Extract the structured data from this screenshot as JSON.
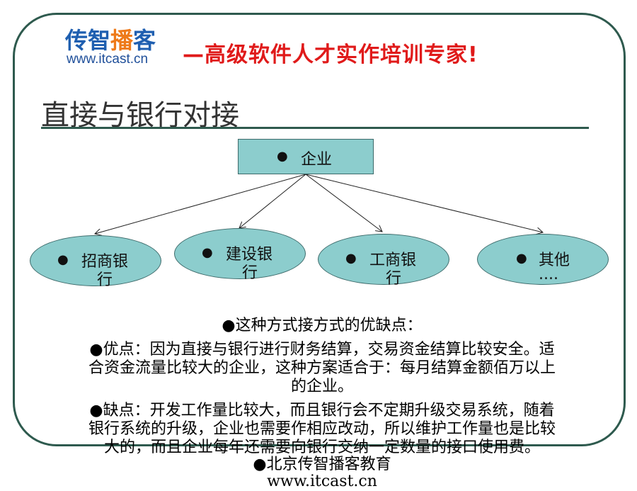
{
  "header": {
    "logo_part1": "传智",
    "logo_part2": "播",
    "logo_part3": "客",
    "logo_url": "www.itcast.cn",
    "slogan": "—高级软件人才实作培训专家!"
  },
  "slide": {
    "title": "直接与银行对接"
  },
  "diagram": {
    "root": {
      "bullet": "●",
      "label": "企业"
    },
    "children": [
      {
        "bullet": "●",
        "line1": "招商银",
        "line2": "行"
      },
      {
        "bullet": "●",
        "line1": "建设银",
        "line2": "行"
      },
      {
        "bullet": "●",
        "line1": "工商银",
        "line2": "行"
      },
      {
        "bullet": "●",
        "line1": "其他",
        "line2": "...."
      }
    ]
  },
  "notes": {
    "intro": "●这种方式接方式的优缺点：",
    "pros_1": "●优点：因为直接与银行进行财务结算，交易资金结算比较安全。适",
    "pros_2": "合资金流量比较大的企业，这种方案适合于：每月结算金额佰万以上",
    "pros_3": "的企业。",
    "cons_1": "●缺点：开发工作量比较大，而且银行会不定期升级交易系统，随着",
    "cons_2": "银行系统的升级，企业也需要作相应改动，所以维护工作量也是比较",
    "cons_3": "大的，而且企业每年还需要向银行交纳一定数量的接口使用费。",
    "footer_1": "●北京传智播客教育",
    "footer_2": "www.itcast.cn"
  },
  "colors": {
    "node_fill": "#8ccdcd",
    "frame": "#2e5a4e",
    "slogan": "#e01a1a",
    "logo_blue": "#1f5fb0",
    "logo_orange": "#ee7a1a"
  }
}
